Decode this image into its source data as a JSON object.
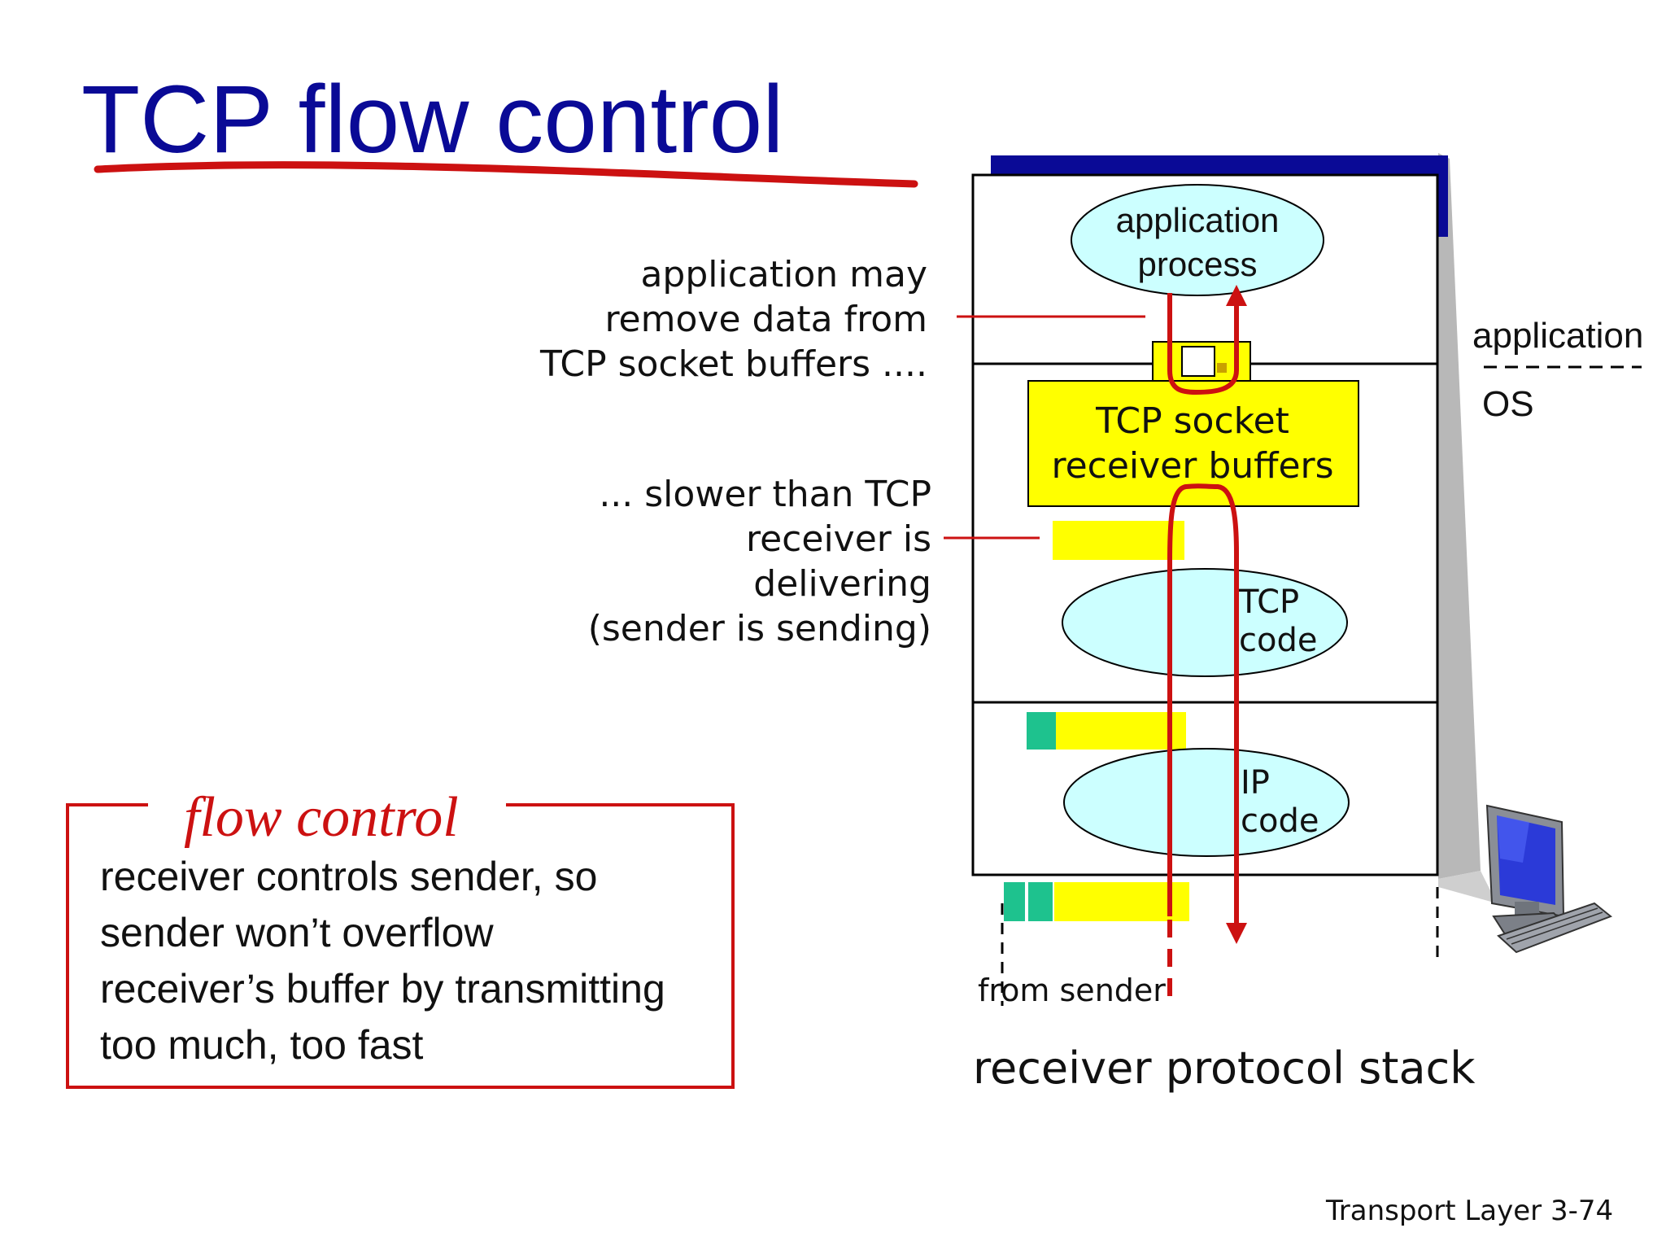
{
  "title": "TCP flow control",
  "notes": {
    "remove": [
      "application may",
      "remove data from",
      "TCP socket buffers ...."
    ],
    "slower": [
      "... slower than TCP",
      "receiver is",
      "delivering",
      "(sender is sending)"
    ]
  },
  "flow_control": {
    "heading": "flow control",
    "lines": [
      "receiver controls sender, so",
      "sender won’t overflow",
      "receiver’s buffer by transmitting",
      "too much, too fast"
    ]
  },
  "diagram": {
    "app_process": [
      "application",
      "process"
    ],
    "socket_buffers": [
      "TCP socket",
      "receiver buffers"
    ],
    "tcp_code": [
      "TCP",
      "code"
    ],
    "ip_code": [
      "IP",
      "code"
    ],
    "layer_application": "application",
    "layer_os": "OS",
    "from_sender": "from sender",
    "caption": "receiver protocol stack"
  },
  "colors": {
    "title": "#0a0a96",
    "accent_red": "#cc1111",
    "buffer_yellow": "#ffff00",
    "ellipse_fill": "#ccffff",
    "header_green": "#1ec28e",
    "stack_top_bar": "#0a0a96"
  },
  "icons": [
    "computer-icon"
  ],
  "footer": "Transport Layer 3-74"
}
